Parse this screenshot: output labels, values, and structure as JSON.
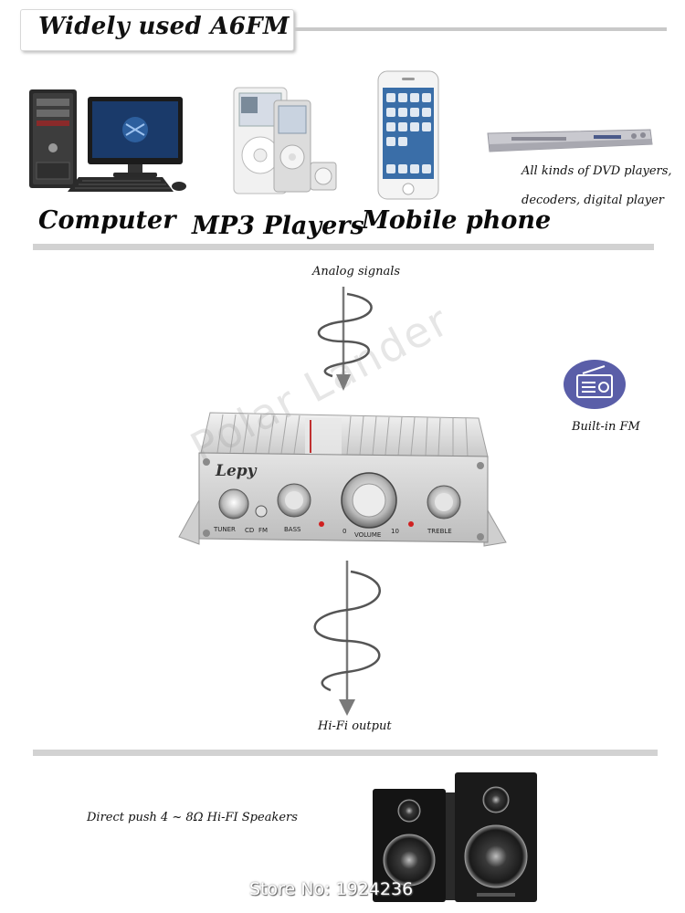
{
  "header": {
    "title": "Widely used A6FM"
  },
  "devices": [
    {
      "id": "computer",
      "label": "Computer"
    },
    {
      "id": "mp3",
      "label": "MP3 Players"
    },
    {
      "id": "phone",
      "label": "Mobile phone"
    },
    {
      "id": "dvd",
      "label_line1": "All kinds of DVD players,",
      "label_line2": "decoders, digital player"
    }
  ],
  "signal_in": {
    "label": "Analog signals"
  },
  "fm": {
    "label": "Built-in FM",
    "icon": "radio-icon"
  },
  "amplifier": {
    "brand": "Lepy",
    "controls": [
      "TUNER",
      "CD",
      "FM",
      "BASS",
      "VOLUME",
      "TREBLE"
    ],
    "scale_min": "0",
    "scale_max": "10"
  },
  "signal_out": {
    "label": "Hi-Fi output"
  },
  "speakers": {
    "label": "Direct push 4 ~ 8Ω Hi-FI Speakers"
  },
  "watermark": "Polar Lander",
  "store": {
    "label": "Store No: 1924236"
  },
  "colors": {
    "rule": "#d2d2d2",
    "fm_badge": "#5a5ea8",
    "arrow": "#7a7a7a"
  }
}
